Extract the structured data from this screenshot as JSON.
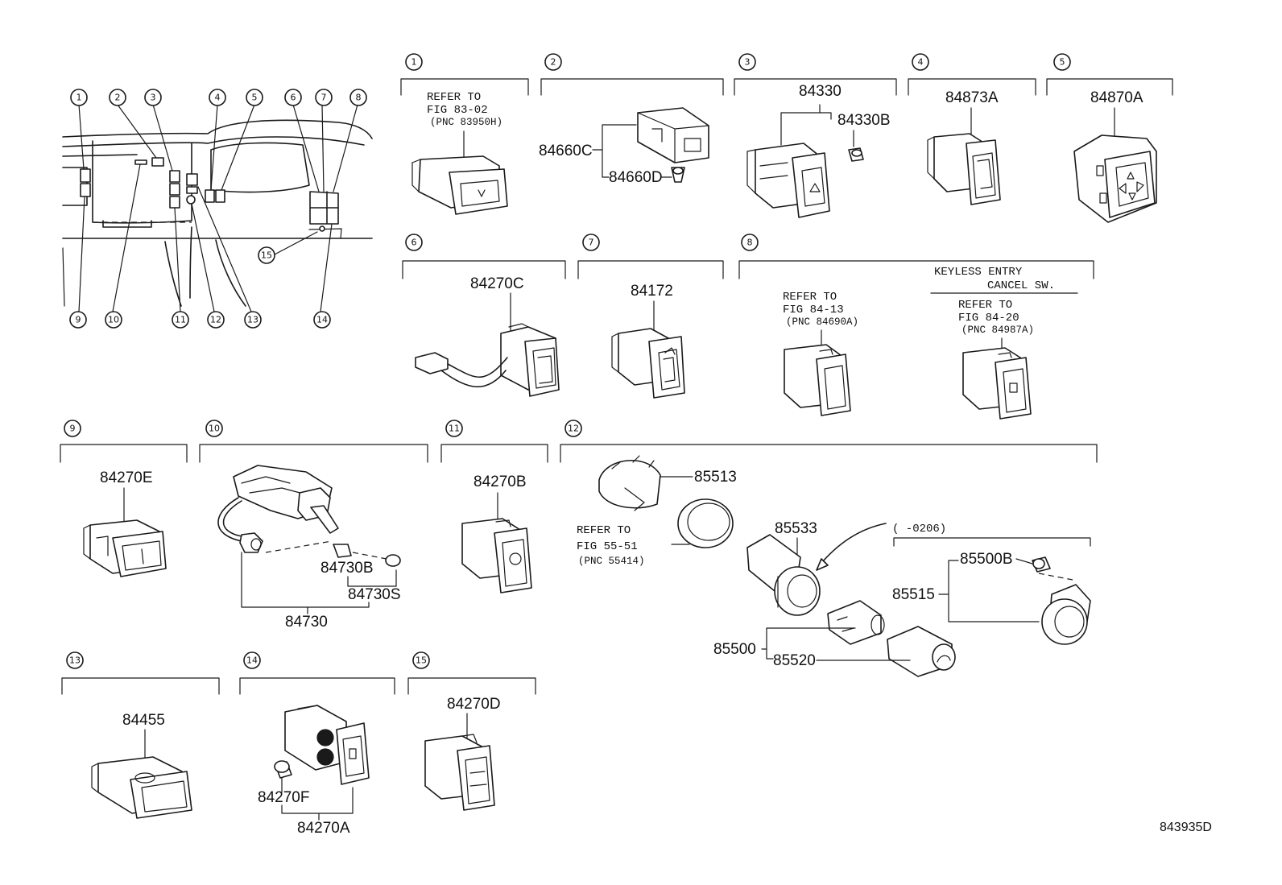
{
  "callouts": [
    "1",
    "2",
    "3",
    "4",
    "5",
    "6",
    "7",
    "8",
    "9",
    "10",
    "11",
    "12",
    "13",
    "14",
    "15"
  ],
  "sections": {
    "s1": {
      "num": "1",
      "note": [
        "REFER TO",
        "FIG 83-02",
        "(PNC 83950H)"
      ]
    },
    "s2": {
      "num": "2",
      "parts": [
        "84660C",
        "84660D"
      ]
    },
    "s3": {
      "num": "3",
      "parts": [
        "84330",
        "84330B"
      ]
    },
    "s4": {
      "num": "4",
      "parts": [
        "84873A"
      ]
    },
    "s5": {
      "num": "5",
      "parts": [
        "84870A"
      ]
    },
    "s6": {
      "num": "6",
      "parts": [
        "84270C"
      ]
    },
    "s7": {
      "num": "7",
      "parts": [
        "84172"
      ]
    },
    "s8": {
      "num": "8",
      "title": [
        "KEYLESS ENTRY",
        "CANCEL SW."
      ],
      "note_a": [
        "REFER TO",
        "FIG 84-13",
        "(PNC 84690A)"
      ],
      "note_b": [
        "REFER TO",
        "FIG 84-20",
        "(PNC 84987A)"
      ]
    },
    "s9": {
      "num": "9",
      "parts": [
        "84270E"
      ]
    },
    "s10": {
      "num": "10",
      "parts": [
        "84730B",
        "84730S",
        "84730"
      ]
    },
    "s11": {
      "num": "11",
      "parts": [
        "84270B"
      ]
    },
    "s12": {
      "num": "12",
      "parts": [
        "85513",
        "85533",
        "85500B",
        "85515",
        "85500",
        "85520"
      ],
      "note": [
        "REFER TO",
        "FIG 55-51",
        "(PNC 55414)"
      ],
      "range": "(      -0206)"
    },
    "s13": {
      "num": "13",
      "parts": [
        "84455"
      ]
    },
    "s14": {
      "num": "14",
      "parts": [
        "84270F",
        "84270A"
      ]
    },
    "s15": {
      "num": "15",
      "parts": [
        "84270D"
      ]
    }
  },
  "figure_code": "843935D"
}
